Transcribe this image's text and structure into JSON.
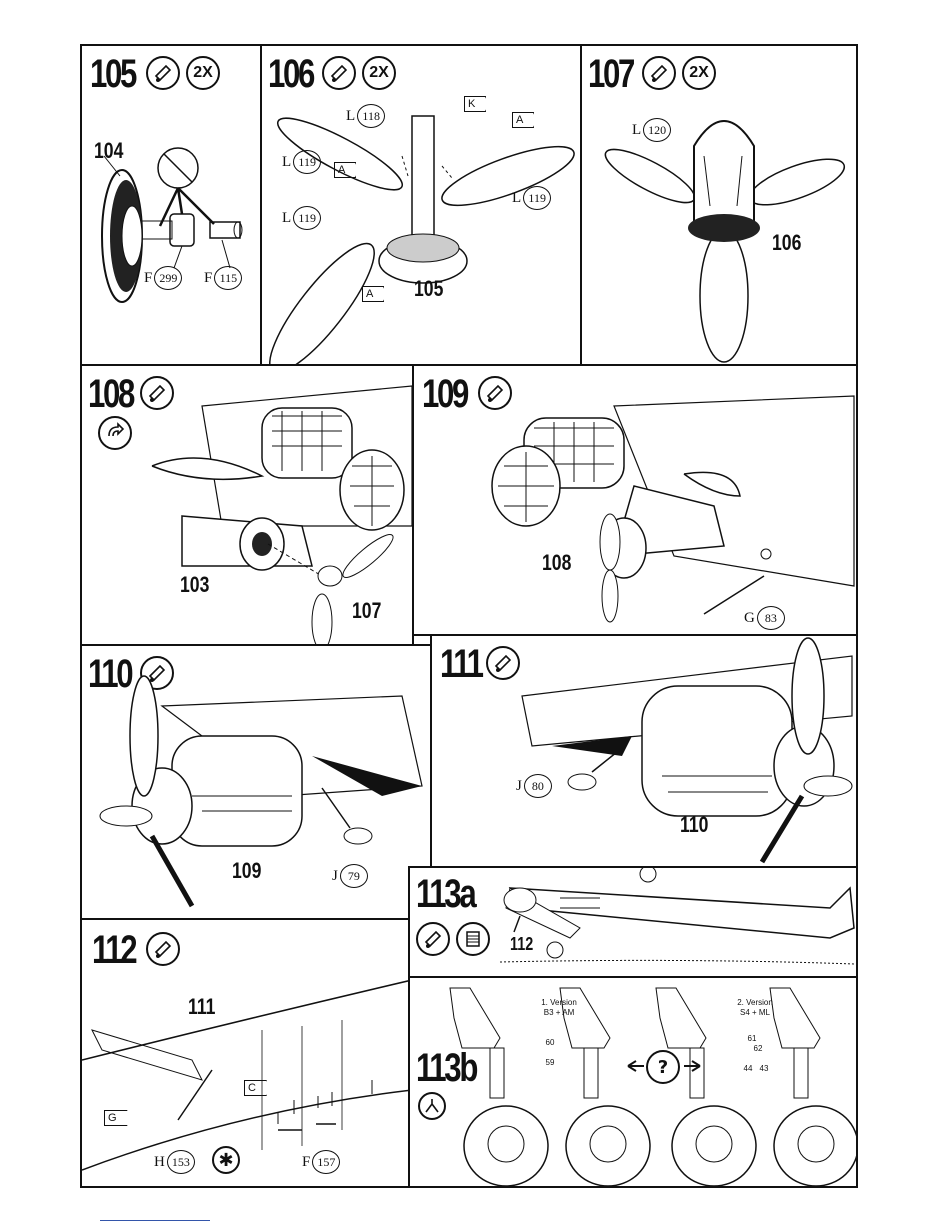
{
  "steps": {
    "s105": {
      "number": "105",
      "multiplier": "2X",
      "callouts": {
        "c104": "104"
      },
      "parts": [
        {
          "letter": "F",
          "num": "299"
        },
        {
          "letter": "F",
          "num": "115"
        }
      ]
    },
    "s106": {
      "number": "106",
      "multiplier": "2X",
      "callouts": {
        "c105": "105"
      },
      "parts": [
        {
          "letter": "L",
          "num": "118"
        },
        {
          "letter": "L",
          "num": "119"
        },
        {
          "letter": "L",
          "num": "119"
        },
        {
          "letter": "L",
          "num": "119"
        }
      ],
      "flags": [
        "K",
        "A",
        "A",
        "A"
      ]
    },
    "s107": {
      "number": "107",
      "multiplier": "2X",
      "callouts": {
        "c106": "106"
      },
      "parts": [
        {
          "letter": "L",
          "num": "120"
        }
      ]
    },
    "s108": {
      "number": "108",
      "callouts": {
        "c103": "103",
        "c107": "107"
      }
    },
    "s109": {
      "number": "109",
      "callouts": {
        "c108": "108"
      },
      "parts": [
        {
          "letter": "G",
          "num": "83"
        }
      ]
    },
    "s110": {
      "number": "110",
      "callouts": {
        "c109": "109"
      },
      "parts": [
        {
          "letter": "J",
          "num": "79"
        }
      ]
    },
    "s111": {
      "number": "111",
      "callouts": {
        "c110": "110"
      },
      "parts": [
        {
          "letter": "J",
          "num": "80"
        }
      ]
    },
    "s112": {
      "number": "112",
      "callouts": {
        "c111": "111"
      },
      "parts": [
        {
          "letter": "H",
          "num": "153"
        },
        {
          "letter": "F",
          "num": "157"
        }
      ],
      "flags": [
        "C",
        "G"
      ]
    },
    "s113a": {
      "number": "113a",
      "callouts": {
        "c112": "112"
      }
    },
    "s113b": {
      "number": "113b",
      "version1": {
        "title": "1. Version",
        "sub": "B3 + AM",
        "parts": [
          "60",
          "59"
        ]
      },
      "version2": {
        "title": "2. Version",
        "sub": "S4 + ML",
        "parts": [
          "61",
          "62",
          "44",
          "43"
        ]
      },
      "question": "?"
    }
  },
  "icons": [
    "glue-tube-icon",
    "glue-brush-icon",
    "rotate-model-icon",
    "asterisk-icon",
    "thread-spool-icon",
    "pliers-icon"
  ]
}
